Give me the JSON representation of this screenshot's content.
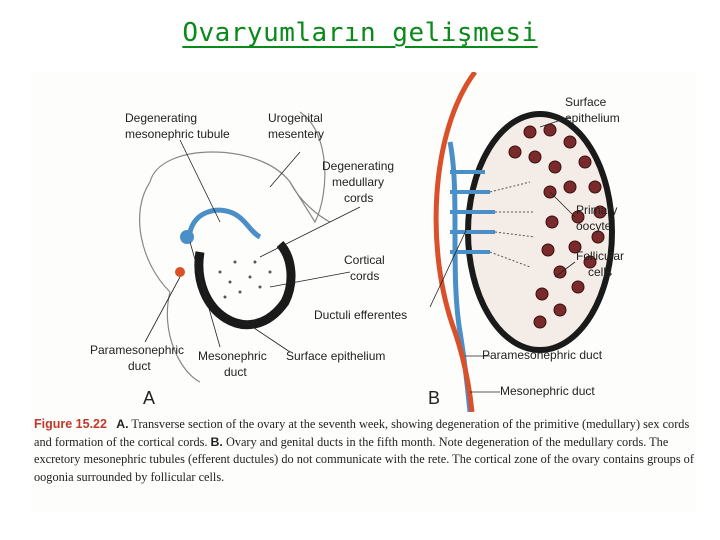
{
  "title": "Ovaryumların gelişmesi",
  "labels": {
    "degenerating_tubule": [
      "Degenerating",
      "mesonephric tubule"
    ],
    "urogenital": [
      "Urogenital",
      "mesentery"
    ],
    "medullary": [
      "Degenerating",
      "medullary",
      "cords"
    ],
    "cortical": [
      "Cortical",
      "cords"
    ],
    "ductuli": "Ductuli efferentes",
    "paramesonephric_a": [
      "Paramesonephric",
      "duct"
    ],
    "mesonephric_a": [
      "Mesonephric",
      "duct"
    ],
    "surface_a": "Surface epithelium",
    "surface_b": [
      "Surface",
      "epithelium"
    ],
    "primary": [
      "Primary",
      "oocyte"
    ],
    "follicular": [
      "Follicular",
      "cells"
    ],
    "paramesonephric_b": "Paramesonephric duct",
    "mesonephric_b": "Mesonephric duct",
    "panel_a": "A",
    "panel_b": "B"
  },
  "caption": {
    "figure": "Figure 15.22",
    "a_label": "A.",
    "a_text": "Transverse section of the ovary at the seventh week, showing degeneration of the primitive (medullary) sex cords and formation of the cortical cords.",
    "b_label": "B.",
    "b_text": "Ovary and genital ducts in the fifth month. Note degeneration of the medullary cords. The excretory mesonephric tubules (efferent ductules) do not communicate with the rete. The cortical zone of the ovary contains groups of oogonia surrounded by follicular cells."
  },
  "colors": {
    "title": "#0a8a1a",
    "duct_red": "#d9502a",
    "duct_blue": "#4a8fc7",
    "oocyte": "#7a2a2a",
    "figure_label": "#c0392b"
  }
}
